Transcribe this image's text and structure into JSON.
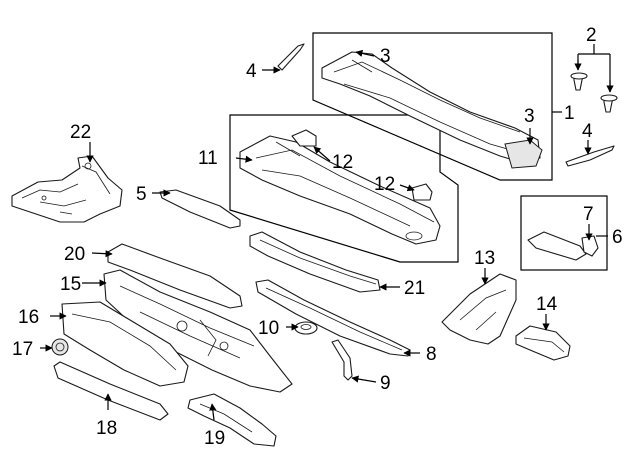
{
  "diagram": {
    "callouts": {
      "c1": "1",
      "c2": "2",
      "c3a": "3",
      "c3b": "3",
      "c4a": "4",
      "c4b": "4",
      "c5": "5",
      "c6": "6",
      "c7": "7",
      "c8": "8",
      "c9": "9",
      "c10": "10",
      "c11": "11",
      "c12a": "12",
      "c12b": "12",
      "c13": "13",
      "c14": "14",
      "c15": "15",
      "c16": "16",
      "c17": "17",
      "c18": "18",
      "c19": "19",
      "c20": "20",
      "c21": "21",
      "c22": "22"
    },
    "colors": {
      "line": "#1a1a1a",
      "background": "#ffffff"
    }
  }
}
